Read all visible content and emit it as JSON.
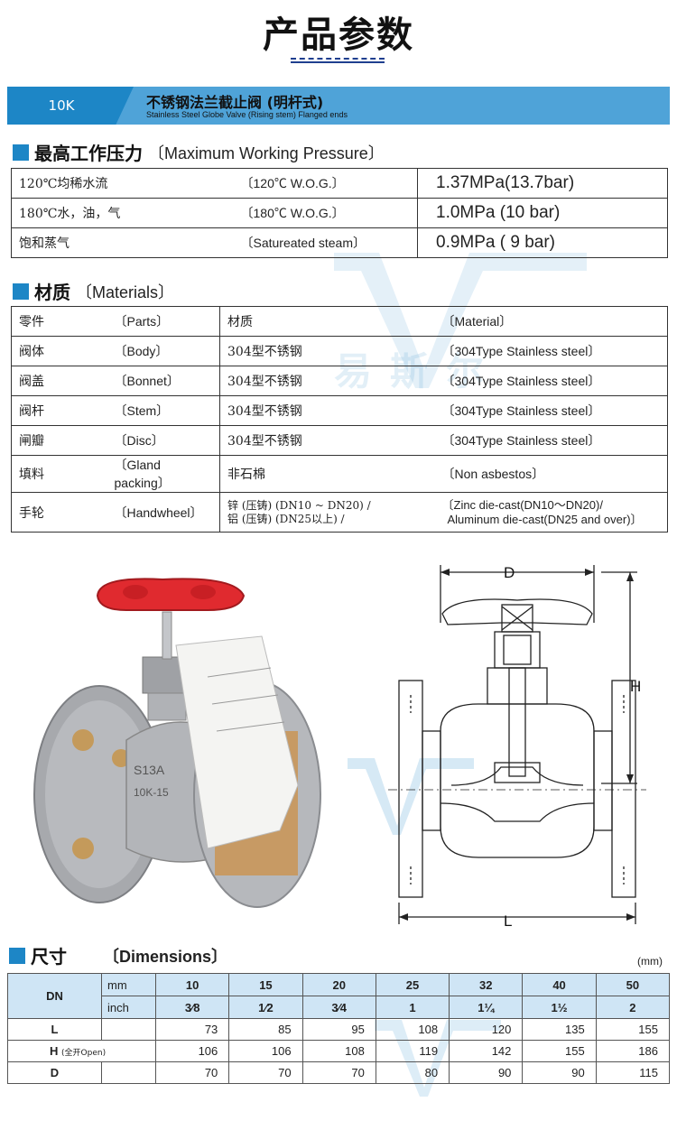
{
  "title": "产品参数",
  "banner": {
    "code": "10K",
    "title_cn": "不锈钢法兰截止阀 (明杆式)",
    "title_en": "Stainless Steel Globe Valve (Rising stem) Flanged ends"
  },
  "pressure": {
    "heading_cn": "最高工作压力",
    "heading_en": "〔Maximum Working Pressure〕",
    "rows": [
      {
        "cn": "120℃均稀水流",
        "en": "〔120℃ W.O.G.〕",
        "value": "1.37MPa(13.7bar)"
      },
      {
        "cn": "180℃水，油，气",
        "en": "〔180℃ W.O.G.〕",
        "value": "1.0MPa (10  bar)"
      },
      {
        "cn": "饱和蒸气",
        "en": "〔Satureated steam〕",
        "value": "0.9MPa (  9  bar)"
      }
    ]
  },
  "materials": {
    "heading_cn": "材质",
    "heading_en": "〔Materials〕",
    "header": {
      "part_cn": "零件",
      "part_en": "〔Parts〕",
      "mat_cn": "材质",
      "mat_en": "〔Material〕"
    },
    "rows": [
      {
        "part_cn": "阀体",
        "part_en": "〔Body〕",
        "mat_cn": "304型不锈钢",
        "mat_en": "〔304Type Stainless steel〕"
      },
      {
        "part_cn": "阀盖",
        "part_en": "〔Bonnet〕",
        "mat_cn": "304型不锈钢",
        "mat_en": "〔304Type Stainless steel〕"
      },
      {
        "part_cn": "阀杆",
        "part_en": "〔Stem〕",
        "mat_cn": "304型不锈钢",
        "mat_en": "〔304Type Stainless steel〕"
      },
      {
        "part_cn": "闸瓣",
        "part_en": "〔Disc〕",
        "mat_cn": "304型不锈钢",
        "mat_en": "〔304Type Stainless steel〕"
      },
      {
        "part_cn": "填料",
        "part_en": "〔Gland packing〕",
        "mat_cn": "非石棉",
        "mat_en": "〔Non asbestos〕"
      }
    ],
    "handwheel": {
      "part_cn": "手轮",
      "part_en": "〔Handwheel〕",
      "mat_cn_1": "锌 (压铸)  (DN10 ~ DN20) /",
      "mat_cn_2": "铝 (压铸)  (DN25以上) /",
      "mat_en_1": "〔Zinc die-cast(DN10～DN20)/",
      "mat_en_2": "Aluminum die-cast(DN25 and over)〕"
    }
  },
  "drawing": {
    "label_d": "D",
    "label_h": "H",
    "label_l": "L"
  },
  "photo": {
    "tag_text": "S13A",
    "body_text": "10K-15"
  },
  "dimensions": {
    "heading_cn": "尺寸",
    "heading_en": "〔Dimensions〕",
    "unit": "(mm)",
    "dn_label": "DN",
    "mm_label": "mm",
    "inch_label": "inch",
    "mm": [
      "10",
      "15",
      "20",
      "25",
      "32",
      "40",
      "50"
    ],
    "inch": [
      "3⁄8",
      "1⁄2",
      "3⁄4",
      "1",
      "1¼",
      "1½",
      "2"
    ],
    "rows": [
      {
        "label": "L",
        "sub": "",
        "values": [
          "73",
          "85",
          "95",
          "108",
          "120",
          "135",
          "155"
        ]
      },
      {
        "label": "H",
        "sub": "(全开Open)",
        "values": [
          "106",
          "106",
          "108",
          "119",
          "142",
          "155",
          "186"
        ]
      },
      {
        "label": "D",
        "sub": "",
        "values": [
          "70",
          "70",
          "70",
          "80",
          "90",
          "90",
          "115"
        ]
      }
    ]
  },
  "watermark": {
    "brand": "易斯尔"
  },
  "colors": {
    "accent": "#1d86c6",
    "banner": "#4fa3d8",
    "header_fill": "#cfe5f5",
    "handwheel": "#e02a2f"
  }
}
